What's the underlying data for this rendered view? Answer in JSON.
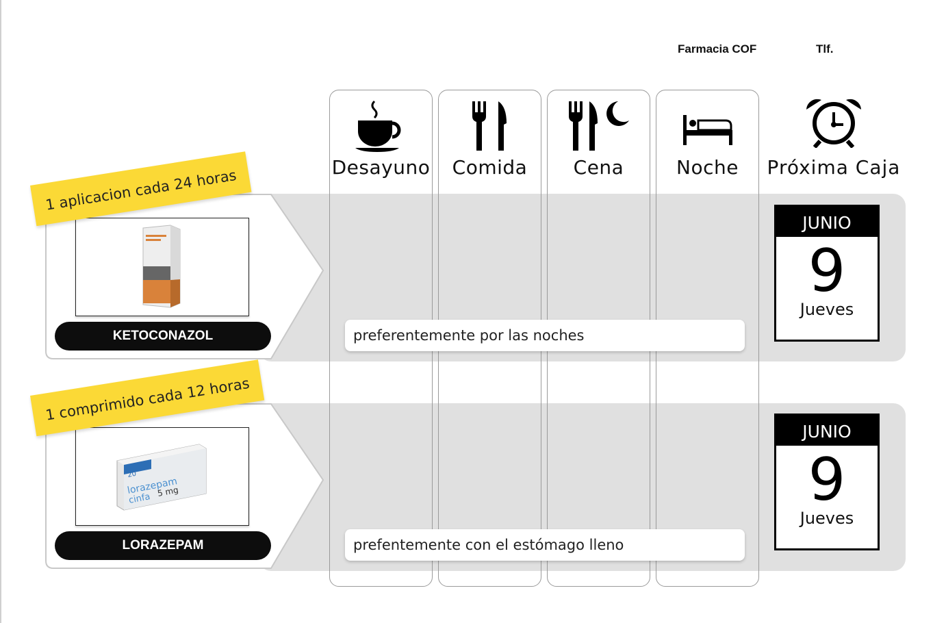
{
  "header": {
    "pharmacy": "Farmacia COF",
    "phone_label": "Tlf."
  },
  "columns": [
    {
      "label": "Desayuno",
      "icon": "coffee-cup-icon"
    },
    {
      "label": "Comida",
      "icon": "fork-knife-icon"
    },
    {
      "label": "Cena",
      "icon": "fork-knife-moon-icon"
    },
    {
      "label": "Noche",
      "icon": "bed-icon"
    }
  ],
  "next_box": {
    "label": "Próxima Caja",
    "icon": "alarm-clock-icon"
  },
  "medications": [
    {
      "name": "KETOCONAZOL",
      "dosage": "1 aplicacion cada 24 horas",
      "note": "preferentemente por las noches",
      "next": {
        "month": "JUNIO",
        "day": "9",
        "weekday": "Jueves"
      },
      "image": "ketoconazol-box"
    },
    {
      "name": "LORAZEPAM",
      "dosage": "1 comprimido cada 12 horas",
      "note": "prefentemente con el estómago lleno",
      "next": {
        "month": "JUNIO",
        "day": "9",
        "weekday": "Jueves"
      },
      "image": "lorazepam-box",
      "box_text": {
        "brand": "lorazepam",
        "maker": "cinfa",
        "dose": "5 mg",
        "count": "20"
      }
    }
  ],
  "colors": {
    "band": "#e0e0e0",
    "tag": "#fbd936",
    "pill": "#0d0d0d",
    "calendar_header": "#000000"
  }
}
